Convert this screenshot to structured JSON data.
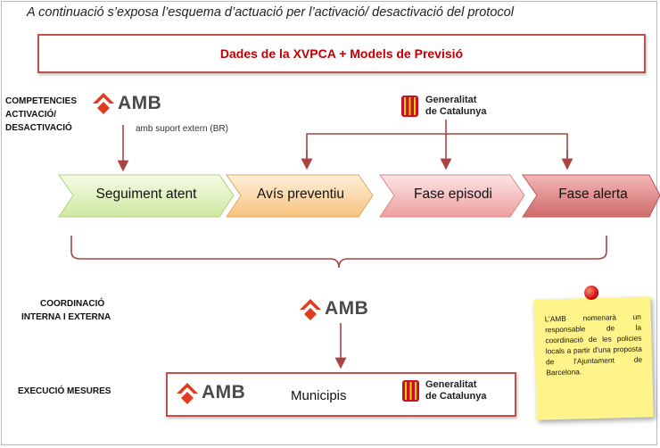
{
  "intro_text": "A continuació s’exposa l’esquema d’actuació per l’activació/ desactivació del protocol",
  "data_box_text": "Dades de la XVPCA + Models de Previsió",
  "labels": {
    "competencies_line1": "COMPETENCIES",
    "competencies_line2": "ACTIVACIÓ/",
    "competencies_line3": "DESACTIVACIÓ",
    "coordinacio_line1": "COORDINACIÓ",
    "coordinacio_line2": "INTERNA I EXTERNA",
    "execucio": "EXECUCIÓ MESURES"
  },
  "amb_logo_text": "AMB",
  "amb_support_text": "amb suport extern (BR)",
  "generalitat_line1": "Generalitat",
  "generalitat_line2": "de Catalunya",
  "steps": [
    "Seguiment atent",
    "Avís preventiu",
    "Fase episodi",
    "Fase alerta"
  ],
  "step_colors": [
    "#e4f5c4",
    "#fcd9a8",
    "#f6c8c8",
    "#e59a9a"
  ],
  "accent_color": "#c0504d",
  "municipis_text": "Municipis",
  "note_text": "L’AMB nomenarà un responsable de la coordinació de les policies locals a partir d’una proposta de l’Ajuntament de Barcelona.",
  "icons": [
    "amb-logo",
    "generalitat-logo",
    "pushpin"
  ]
}
